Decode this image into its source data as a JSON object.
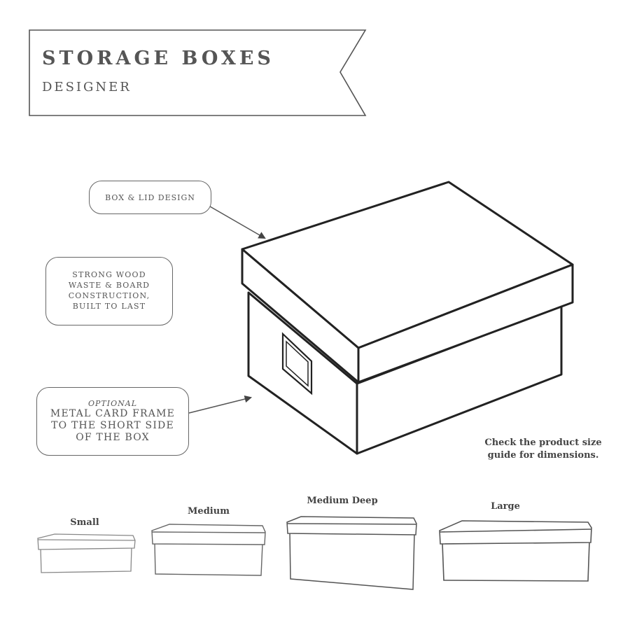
{
  "banner": {
    "title": "STORAGE BOXES",
    "subtitle": "DESIGNER"
  },
  "callouts": {
    "lid": "BOX & LID DESIGN",
    "construction": [
      "STRONG WOOD",
      "WASTE & BOARD",
      "CONSTRUCTION,",
      "BUILT TO LAST"
    ],
    "frame_optional": "OPTIONAL",
    "frame": [
      "METAL CARD FRAME",
      "TO THE SHORT SIDE",
      "OF THE BOX"
    ]
  },
  "note": [
    "Check the product size",
    "guide for dimensions."
  ],
  "sizes": [
    "Small",
    "Medium",
    "Medium Deep",
    "Large"
  ]
}
